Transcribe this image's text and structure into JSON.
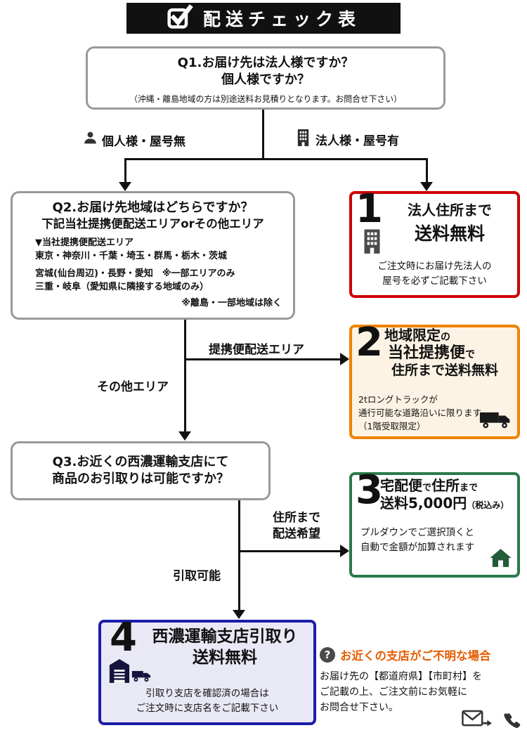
{
  "header": {
    "title": "配送チェック表"
  },
  "q1": {
    "line1": "Q1.お届け先は法人様ですか？",
    "line2": "個人様ですか？",
    "note": "（沖縄・離島地域の方は別途送料お見積りとなります。お問合せ下さい）"
  },
  "branches": {
    "personal": "個人様・屋号無",
    "corporate": "法人様・屋号有",
    "partner_area": "提携便配送エリア",
    "other_area": "その他エリア",
    "address_line1": "住所まで",
    "address_line2": "配送希望",
    "pickup": "引取可能"
  },
  "q2": {
    "line1": "Q2.お届け先地域はどちらですか？",
    "line2": "下記当社提携便配送エリアorその他エリア",
    "area_header": "▼当社提携便配送エリア",
    "area_row1": "東京・神奈川・千葉・埼玉・群馬・栃木・茨城",
    "area_row2": "宮城(仙台周辺)・長野・愛知　※一部エリアのみ",
    "area_row3": "三重・岐阜（愛知県に隣接する地域のみ）",
    "note": "※離島・一部地域は除く"
  },
  "q3": {
    "line1": "Q3.お近くの西濃運輸支店にて",
    "line2": "商品のお引取りは可能ですか？"
  },
  "result1": {
    "number": "1",
    "title_line1": "法人住所まで",
    "title_line2": "送料無料",
    "note_line1": "ご注文時にお届け先法人の",
    "note_line2": "屋号を必ずご記載下さい"
  },
  "result2": {
    "number": "2",
    "title1_main": "地域限定",
    "title1_small": "の",
    "title2_main": "当社提携便",
    "title2_small": "で",
    "title3": "住所まで送料無料",
    "note_line1": "2tロングトラックが",
    "note_line2": "通行可能な道路沿いに限ります",
    "note_line3": "（1階受取限定）"
  },
  "result3": {
    "number": "3",
    "title1_a": "宅配便",
    "title1_b": "で",
    "title1_c": "住所",
    "title1_d": "まで",
    "title2_main": "送料5,000円",
    "title2_small": "（税込み）",
    "note_line1": "プルダウンでご選択頂くと",
    "note_line2": "自動で金額が加算されます"
  },
  "result4": {
    "number": "4",
    "title_line1": "西濃運輸支店引取り",
    "title_line2": "送料無料",
    "note_line1": "引取り支店を確認済の場合は",
    "note_line2": "ご注文時に支店名をご記載下さい"
  },
  "contact": {
    "icon": "?",
    "title": "お近くの支店がご不明な場合",
    "line1": "お届け先の【都道府県】【市町村】を",
    "line2": "ご記載の上、ご注文前にお気軽に",
    "line3": "お問合せ下さい。"
  },
  "icons": {
    "header": "checkbox-check-icon",
    "branch_personal": "person-icon",
    "branch_corporate": "building-icon",
    "result1": "building-icon",
    "result2": "truck-icon",
    "result3": "house-icon",
    "result4": "warehouse-truck-icon",
    "contact": "question-icon",
    "contact_mail": "mail-icon",
    "contact_phone": "phone-icon"
  },
  "colors": {
    "header_bg": "#111111",
    "question_border": "#999999",
    "result1_border": "#cc0000",
    "result2_border": "#f08300",
    "result2_bg": "#fdf3e4",
    "result3_border": "#2b7a4b",
    "result4_border": "#1c1caa",
    "result4_bg": "#e9e9f6",
    "contact_title": "#e65c00"
  }
}
